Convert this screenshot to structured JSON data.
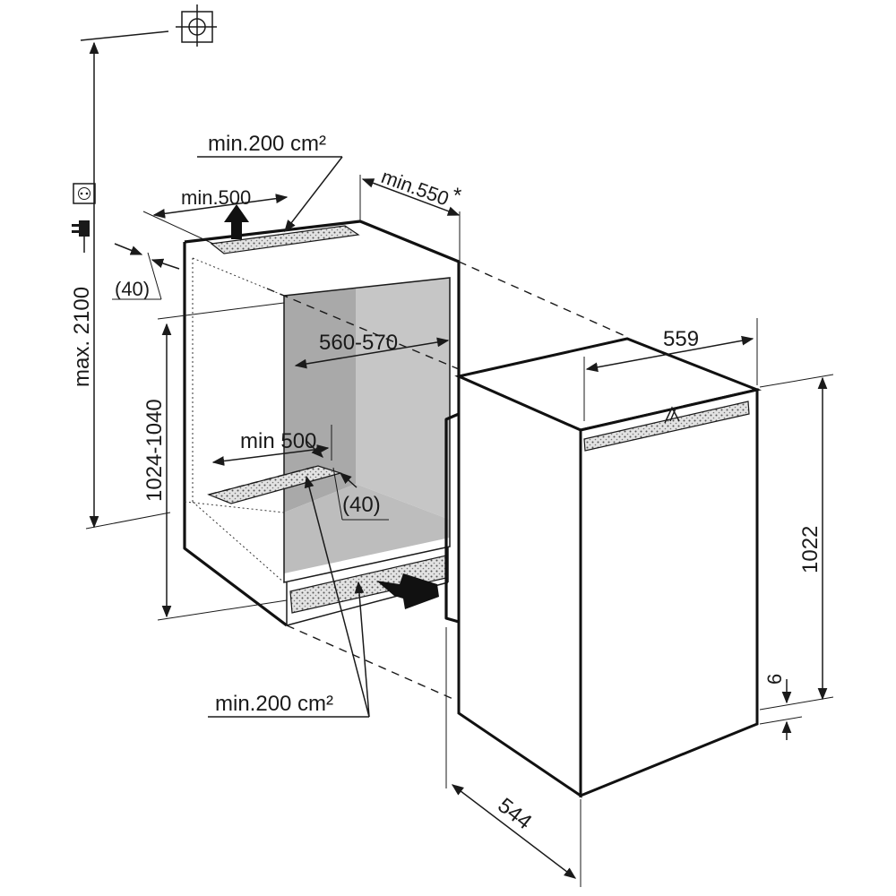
{
  "colors": {
    "line": "#1a1a1a",
    "niche_back_wall": "#a9a9a9",
    "niche_side_wall": "#c6c6c6",
    "niche_floor": "#bdbdbd",
    "vent_grille": "#d9d9d9",
    "appliance_body": "#ffffff"
  },
  "icons": {
    "ceiling_symbol": "crosshair-square-icon",
    "socket": "power-socket-icon",
    "plug": "power-plug-icon",
    "airflow": "arrow-icon"
  },
  "labels": {
    "max_height": "max. 2100",
    "top_vent_area": "min.200 cm²",
    "top_vent_depth": "min.500",
    "niche_depth": "min.550",
    "niche_depth_note": "*",
    "top_gap": "(40)",
    "niche_width": "560-570",
    "bottom_vent_depth": "min 500",
    "bottom_gap": "(40)",
    "niche_height": "1024-1040",
    "bottom_vent_area": "min.200 cm²",
    "appliance_width": "559",
    "appliance_height": "1022",
    "bottom_offset": "6",
    "appliance_depth": "544"
  }
}
